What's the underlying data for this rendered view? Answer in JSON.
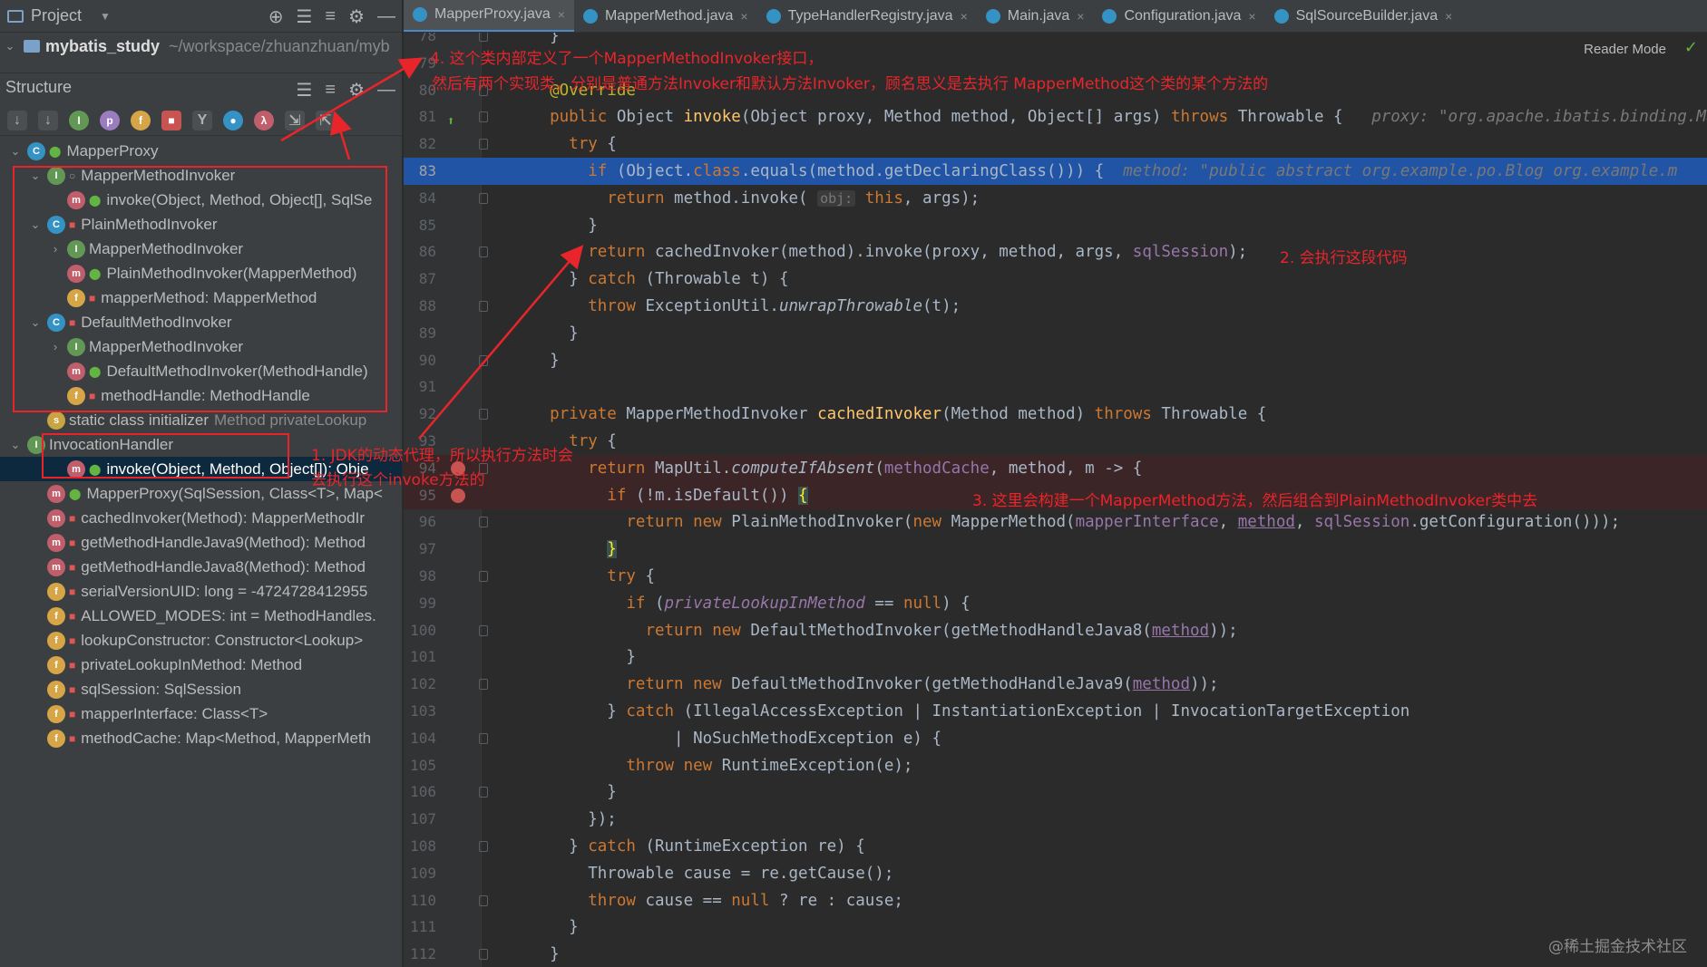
{
  "project_bar": {
    "title": "Project",
    "dropdown": "▼"
  },
  "project_root": {
    "name": "mybatis_study",
    "path": "~/workspace/zhuanzhuan/myb"
  },
  "structure": {
    "title": "Structure"
  },
  "tree": [
    {
      "label": "MapperProxy",
      "icon": "C",
      "kind": "c",
      "lock": "pub",
      "indent": 0,
      "arrow": "⌄",
      "extra": ""
    },
    {
      "label": "MapperMethodInvoker",
      "icon": "I",
      "kind": "i",
      "lock": "pkg",
      "indent": 1,
      "arrow": "⌄",
      "extra": ""
    },
    {
      "label": "invoke(Object, Method, Object[], SqlSe",
      "icon": "m",
      "kind": "m",
      "lock": "pub",
      "indent": 2,
      "arrow": "",
      "extra": ""
    },
    {
      "label": "PlainMethodInvoker",
      "icon": "C",
      "kind": "c",
      "lock": "pri",
      "indent": 1,
      "arrow": "⌄",
      "extra": ""
    },
    {
      "label": "MapperMethodInvoker",
      "icon": "I",
      "kind": "i",
      "lock": "",
      "indent": 2,
      "arrow": "›",
      "extra": ""
    },
    {
      "label": "PlainMethodInvoker(MapperMethod)",
      "icon": "m",
      "kind": "m",
      "lock": "pub",
      "indent": 2,
      "arrow": "",
      "extra": ""
    },
    {
      "label": "mapperMethod: MapperMethod",
      "icon": "f",
      "kind": "f",
      "lock": "pri",
      "indent": 2,
      "arrow": "",
      "extra": ""
    },
    {
      "label": "DefaultMethodInvoker",
      "icon": "C",
      "kind": "c",
      "lock": "pri",
      "indent": 1,
      "arrow": "⌄",
      "extra": ""
    },
    {
      "label": "MapperMethodInvoker",
      "icon": "I",
      "kind": "i",
      "lock": "",
      "indent": 2,
      "arrow": "›",
      "extra": ""
    },
    {
      "label": "DefaultMethodInvoker(MethodHandle)",
      "icon": "m",
      "kind": "m",
      "lock": "pub",
      "indent": 2,
      "arrow": "",
      "extra": ""
    },
    {
      "label": "methodHandle: MethodHandle",
      "icon": "f",
      "kind": "f",
      "lock": "pri",
      "indent": 2,
      "arrow": "",
      "extra": ""
    },
    {
      "label": "static class initializer",
      "icon": "s",
      "kind": "s",
      "lock": "",
      "indent": 1,
      "arrow": "",
      "extra": "Method privateLookup"
    },
    {
      "label": "InvocationHandler",
      "icon": "I",
      "kind": "i",
      "lock": "",
      "indent": 0,
      "arrow": "⌄",
      "extra": ""
    },
    {
      "label": "invoke(Object, Method, Object[]): Obje",
      "icon": "m",
      "kind": "m",
      "lock": "pub",
      "indent": 2,
      "arrow": "",
      "extra": "",
      "selected": true
    },
    {
      "label": "MapperProxy(SqlSession, Class<T>, Map<",
      "icon": "m",
      "kind": "m",
      "lock": "pub",
      "indent": 1,
      "arrow": "",
      "extra": ""
    },
    {
      "label": "cachedInvoker(Method): MapperMethodIr",
      "icon": "m",
      "kind": "m",
      "lock": "pri",
      "indent": 1,
      "arrow": "",
      "extra": ""
    },
    {
      "label": "getMethodHandleJava9(Method): Method",
      "icon": "m",
      "kind": "m",
      "lock": "pri",
      "indent": 1,
      "arrow": "",
      "extra": ""
    },
    {
      "label": "getMethodHandleJava8(Method): Method",
      "icon": "m",
      "kind": "m",
      "lock": "pri",
      "indent": 1,
      "arrow": "",
      "extra": ""
    },
    {
      "label": "serialVersionUID: long = -4724728412955",
      "icon": "f",
      "kind": "f",
      "lock": "pri",
      "indent": 1,
      "arrow": "",
      "extra": ""
    },
    {
      "label": "ALLOWED_MODES: int = MethodHandles.",
      "icon": "f",
      "kind": "f",
      "lock": "pri",
      "indent": 1,
      "arrow": "",
      "extra": ""
    },
    {
      "label": "lookupConstructor: Constructor<Lookup>",
      "icon": "f",
      "kind": "f",
      "lock": "pri",
      "indent": 1,
      "arrow": "",
      "extra": ""
    },
    {
      "label": "privateLookupInMethod: Method",
      "icon": "f",
      "kind": "f",
      "lock": "pri",
      "indent": 1,
      "arrow": "",
      "extra": ""
    },
    {
      "label": "sqlSession: SqlSession",
      "icon": "f",
      "kind": "f",
      "lock": "pri",
      "indent": 1,
      "arrow": "",
      "extra": ""
    },
    {
      "label": "mapperInterface: Class<T>",
      "icon": "f",
      "kind": "f",
      "lock": "pri",
      "indent": 1,
      "arrow": "",
      "extra": ""
    },
    {
      "label": "methodCache: Map<Method, MapperMeth",
      "icon": "f",
      "kind": "f",
      "lock": "pri",
      "indent": 1,
      "arrow": "",
      "extra": ""
    }
  ],
  "tabs": [
    {
      "label": "MapperProxy.java",
      "active": true
    },
    {
      "label": "MapperMethod.java",
      "active": false
    },
    {
      "label": "TypeHandlerRegistry.java",
      "active": false
    },
    {
      "label": "Main.java",
      "active": false
    },
    {
      "label": "Configuration.java",
      "active": false
    },
    {
      "label": "SqlSourceBuilder.java",
      "active": false
    }
  ],
  "reader_mode": "Reader Mode",
  "code_lines": [
    {
      "n": "78",
      "html": "  }"
    },
    {
      "n": "79",
      "html": ""
    },
    {
      "n": "80",
      "html": "  <span class=\"an\">@Override</span>"
    },
    {
      "n": "81",
      "html": "  <span class=\"k\">public</span> Object <span class=\"fn\">invoke</span>(Object proxy, Method method, Object[] args) <span class=\"k\">throws</span> Throwable {   <span class=\"hint\">proxy: \"org.apache.ibatis.binding.Map</span>",
      "override": true
    },
    {
      "n": "82",
      "html": "    <span class=\"k\">try</span> {"
    },
    {
      "n": "83",
      "html": "      <span class=\"k\">if</span> (Object.<span class=\"k\">class</span>.equals(method.getDeclaringClass())) {  <span class=\"hint\">method: \"public abstract org.example.po.Blog org.example.m</span>",
      "hl": true
    },
    {
      "n": "84",
      "html": "        <span class=\"k\">return</span> method.invoke( <span class=\"hintbox\">obj:</span> <span class=\"k\">this</span>, args);"
    },
    {
      "n": "85",
      "html": "      }"
    },
    {
      "n": "86",
      "html": "      <span class=\"k\">return</span> cachedInvoker(method).invoke(proxy, method, args, <span class=\"fd\">sqlSession</span>);"
    },
    {
      "n": "87",
      "html": "    } <span class=\"k\">catch</span> (Throwable t) {"
    },
    {
      "n": "88",
      "html": "      <span class=\"k\">throw</span> ExceptionUtil.<span class=\"it\">unwrapThrowable</span>(t);"
    },
    {
      "n": "89",
      "html": "    }"
    },
    {
      "n": "90",
      "html": "  }"
    },
    {
      "n": "91",
      "html": ""
    },
    {
      "n": "92",
      "html": "  <span class=\"k\">private</span> MapperMethodInvoker <span class=\"fn\">cachedInvoker</span>(Method method) <span class=\"k\">throws</span> Throwable {"
    },
    {
      "n": "93",
      "html": "    <span class=\"k\">try</span> {"
    },
    {
      "n": "94",
      "html": "      <span class=\"k\">return</span> MapUtil.<span class=\"it\">computeIfAbsent</span>(<span class=\"fd\">methodCache</span>, method, m -> {",
      "err": true,
      "bp": true
    },
    {
      "n": "95",
      "html": "        <span class=\"k\">if</span> (!m.isDefault()) <span class=\"yb\">{</span>",
      "err": true,
      "bp": true
    },
    {
      "n": "96",
      "html": "          <span class=\"k\">return new</span> PlainMethodInvoker(<span class=\"k\">new</span> MapperMethod(<span class=\"fd\">mapperInterface</span>, <span class=\"ul\">method</span>, <span class=\"fd\">sqlSession</span>.getConfiguration()));"
    },
    {
      "n": "97",
      "html": "        <span class=\"yb\">}</span>"
    },
    {
      "n": "98",
      "html": "        <span class=\"k\">try</span> {"
    },
    {
      "n": "99",
      "html": "          <span class=\"k\">if</span> (<span class=\"fi\">privateLookupInMethod</span> == <span class=\"k\">null</span>) {"
    },
    {
      "n": "100",
      "html": "            <span class=\"k\">return new</span> DefaultMethodInvoker(getMethodHandleJava8(<span class=\"ul\">method</span>));"
    },
    {
      "n": "101",
      "html": "          }"
    },
    {
      "n": "102",
      "html": "          <span class=\"k\">return new</span> DefaultMethodInvoker(getMethodHandleJava9(<span class=\"ul\">method</span>));"
    },
    {
      "n": "103",
      "html": "        } <span class=\"k\">catch</span> (IllegalAccessException | InstantiationException | InvocationTargetException"
    },
    {
      "n": "104",
      "html": "               | NoSuchMethodException e) {"
    },
    {
      "n": "105",
      "html": "          <span class=\"k\">throw new</span> RuntimeException(e);"
    },
    {
      "n": "106",
      "html": "        }"
    },
    {
      "n": "107",
      "html": "      });"
    },
    {
      "n": "108",
      "html": "    } <span class=\"k\">catch</span> (RuntimeException re) {"
    },
    {
      "n": "109",
      "html": "      Throwable cause = re.getCause();"
    },
    {
      "n": "110",
      "html": "      <span class=\"k\">throw</span> cause == <span class=\"k\">null</span> ? re : cause;"
    },
    {
      "n": "111",
      "html": "    }"
    },
    {
      "n": "112",
      "html": "  }"
    }
  ],
  "annotations": {
    "n4_line1": "4. 这个类内部定义了一个MapperMethodInvoker接口，",
    "n4_line2": "然后有两个实现类，分别是普通方法Invoker和默认方法Invoker，顾名思义是去执行 MapperMethod这个类的某个方法的",
    "n2": "2. 会执行这段代码",
    "n1_line1": "1. JDK的动态代理，所以执行方法时会",
    "n1_line2": "去执行这个invoke方法的",
    "n3": "3. 这里会构建一个MapperMethod方法，然后组合到PlainMethodInvoker类中去",
    "color": "#e8252a"
  },
  "watermark": "@稀土掘金技术社区"
}
